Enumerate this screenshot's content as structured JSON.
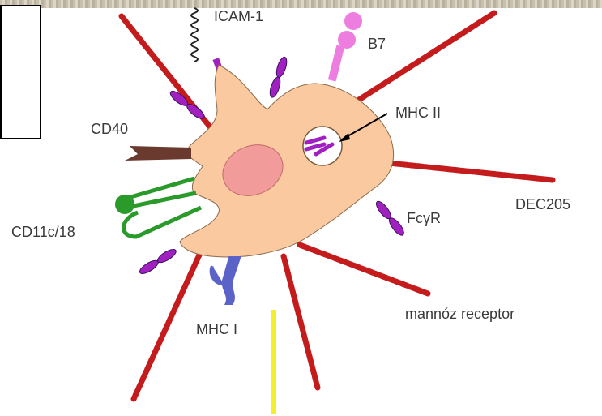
{
  "labels": {
    "icam1": "ICAM-1",
    "b7": "B7",
    "mhc2": "MHC II",
    "cd40": "CD40",
    "dec205": "DEC205",
    "fcgr": "FcγR",
    "cd11c18": "CD11c/18",
    "mhc1": "MHC I",
    "mannose": "mannóz receptor"
  },
  "colors": {
    "cell": "#fac9a0",
    "nucleus": "#f29b9b",
    "receptor_red": "#c41c1c",
    "receptor_purple": "#a020c0",
    "b7": "#ee7de0",
    "cd40": "#6b3a2e",
    "cd11c": "#2a9a2a",
    "mhc1": "#5b63c8",
    "yellow_line": "#f5ee2a"
  }
}
